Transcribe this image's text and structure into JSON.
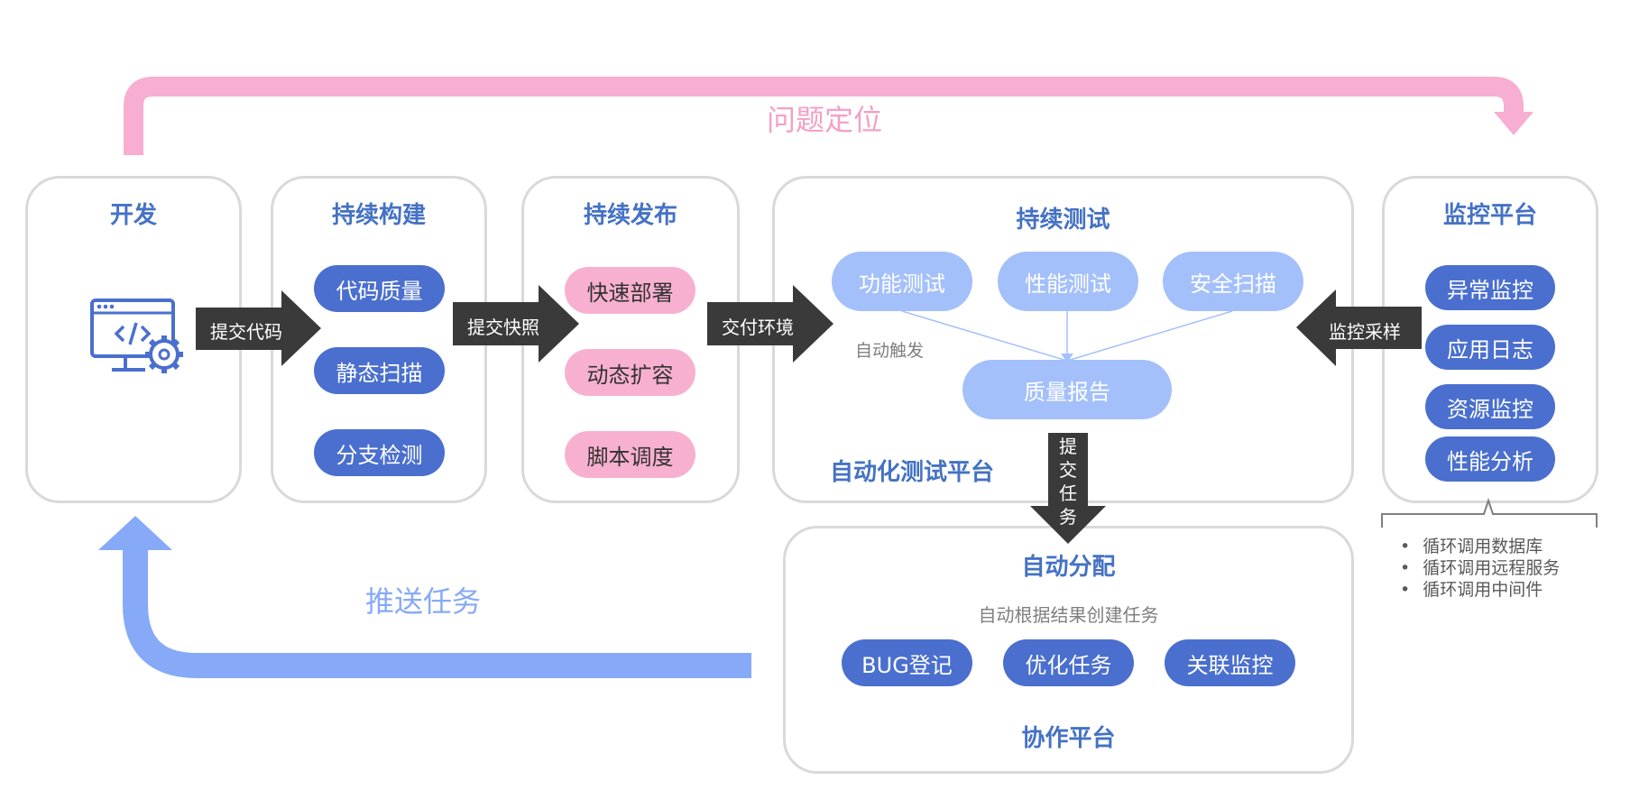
{
  "loops": {
    "top_label": "问题定位",
    "bottom_label": "推送任务"
  },
  "dev": {
    "title": "开发",
    "icon": "code-monitor-gear-icon"
  },
  "build": {
    "title": "持续构建",
    "items": [
      "代码质量",
      "静态扫描",
      "分支检测"
    ]
  },
  "release": {
    "title": "持续发布",
    "items": [
      "快速部署",
      "动态扩容",
      "脚本调度"
    ]
  },
  "test": {
    "title": "持续测试",
    "items": [
      "功能测试",
      "性能测试",
      "安全扫描"
    ],
    "report": "质量报告",
    "auto_trigger": "自动触发",
    "platform": "自动化测试平台"
  },
  "monitor": {
    "title": "监控平台",
    "items": [
      "异常监控",
      "应用日志",
      "资源监控",
      "性能分析"
    ],
    "notes": [
      "循环调用数据库",
      "循环调用远程服务",
      "循环调用中间件"
    ]
  },
  "collab": {
    "title": "自动分配",
    "subtitle": "自动根据结果创建任务",
    "items": [
      "BUG登记",
      "优化任务",
      "关联监控"
    ],
    "platform": "协作平台"
  },
  "arrows": {
    "commit_code": "提交代码",
    "commit_snapshot": "提交快照",
    "deliver_env": "交付环境",
    "monitor_sample": "监控采样",
    "submit_task": [
      "提",
      "交",
      "任",
      "务"
    ]
  },
  "colors": {
    "accent_blue": "#4472c4",
    "pill_blue": "#4a6fce",
    "pill_pink": "#f8b0d0",
    "pill_light": "#a4c0fb",
    "loop_pink": "#f7aed0",
    "loop_blue": "#86a9f8",
    "arrow_dark": "#3a3a3a",
    "border_gray": "#d9d9d9"
  }
}
